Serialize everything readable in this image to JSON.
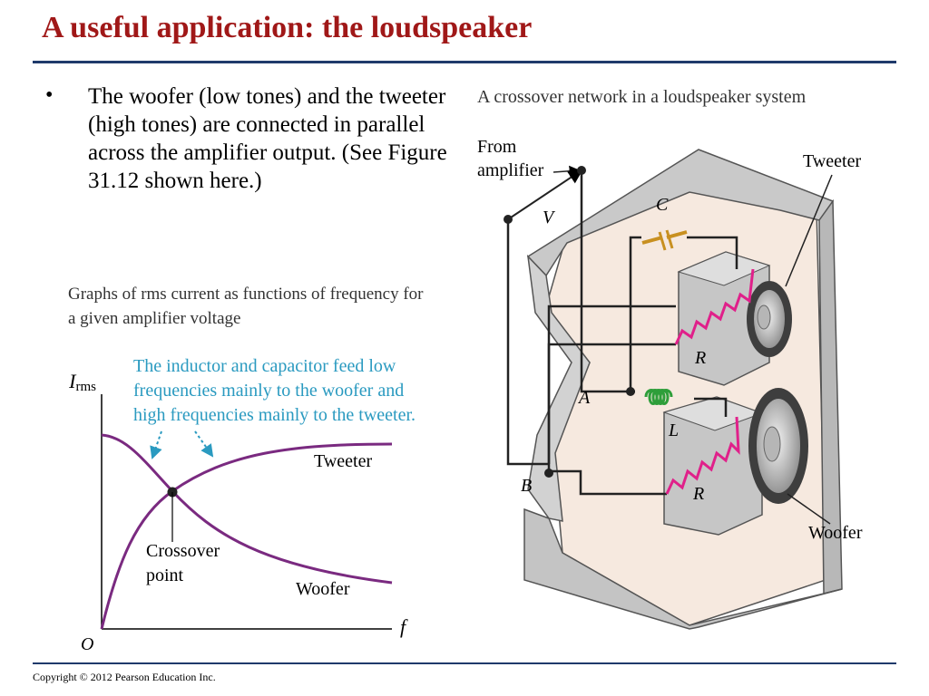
{
  "title": "A useful application: the loudspeaker",
  "bullet_symbol": "•",
  "body_text": "The woofer (low tones) and the tweeter (high tones) are connected in parallel across the amplifier output. (See Figure 31.12 shown here.)",
  "speaker_figure": {
    "caption": "A crossover network in a loudspeaker system",
    "labels": {
      "from_amplifier_1": "From",
      "from_amplifier_2": "amplifier",
      "voltage": "V",
      "capacitor": "C",
      "tweeter": "Tweeter",
      "resistor_top": "R",
      "node_a": "A",
      "inductor": "L",
      "resistor_bottom": "R",
      "node_b": "B",
      "woofer": "Woofer"
    }
  },
  "graph_figure": {
    "caption": "Graphs of rms current as functions of frequency for a given amplifier voltage",
    "annotation_lines": [
      "The inductor and capacitor feed low",
      "frequencies mainly to the woofer and",
      "high frequencies mainly to the tweeter."
    ],
    "y_axis_label": "I",
    "y_axis_subscript": "rms",
    "x_axis_label": "f",
    "origin_label": "O",
    "tweeter_label": "Tweeter",
    "woofer_label": "Woofer",
    "crossover_label_1": "Crossover",
    "crossover_label_2": "point"
  },
  "colors": {
    "title": "#a01818",
    "rule": "#1f3a6b",
    "curve": "#7a2a80",
    "annotation": "#2a9ac0",
    "resistor": "#e0208a",
    "inductor": "#2e9e3a",
    "capacitor": "#c89020"
  },
  "copyright": "Copyright © 2012 Pearson Education Inc."
}
